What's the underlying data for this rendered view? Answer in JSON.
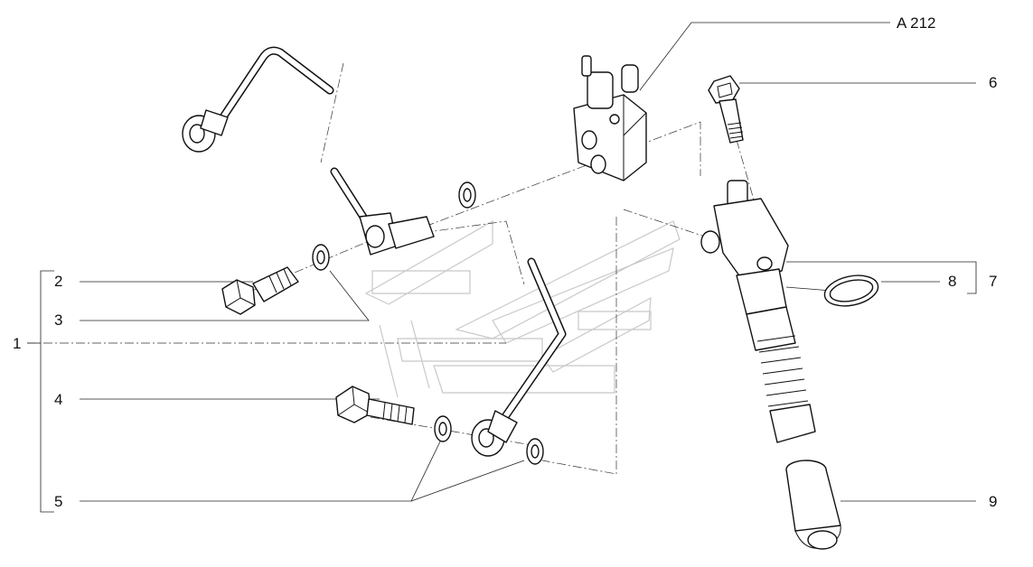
{
  "callouts": {
    "ref_a212": "A 212",
    "n1": "1",
    "n2": "2",
    "n3": "3",
    "n4": "4",
    "n5": "5",
    "n6": "6",
    "n7": "7",
    "n8": "8",
    "n9": "9"
  }
}
